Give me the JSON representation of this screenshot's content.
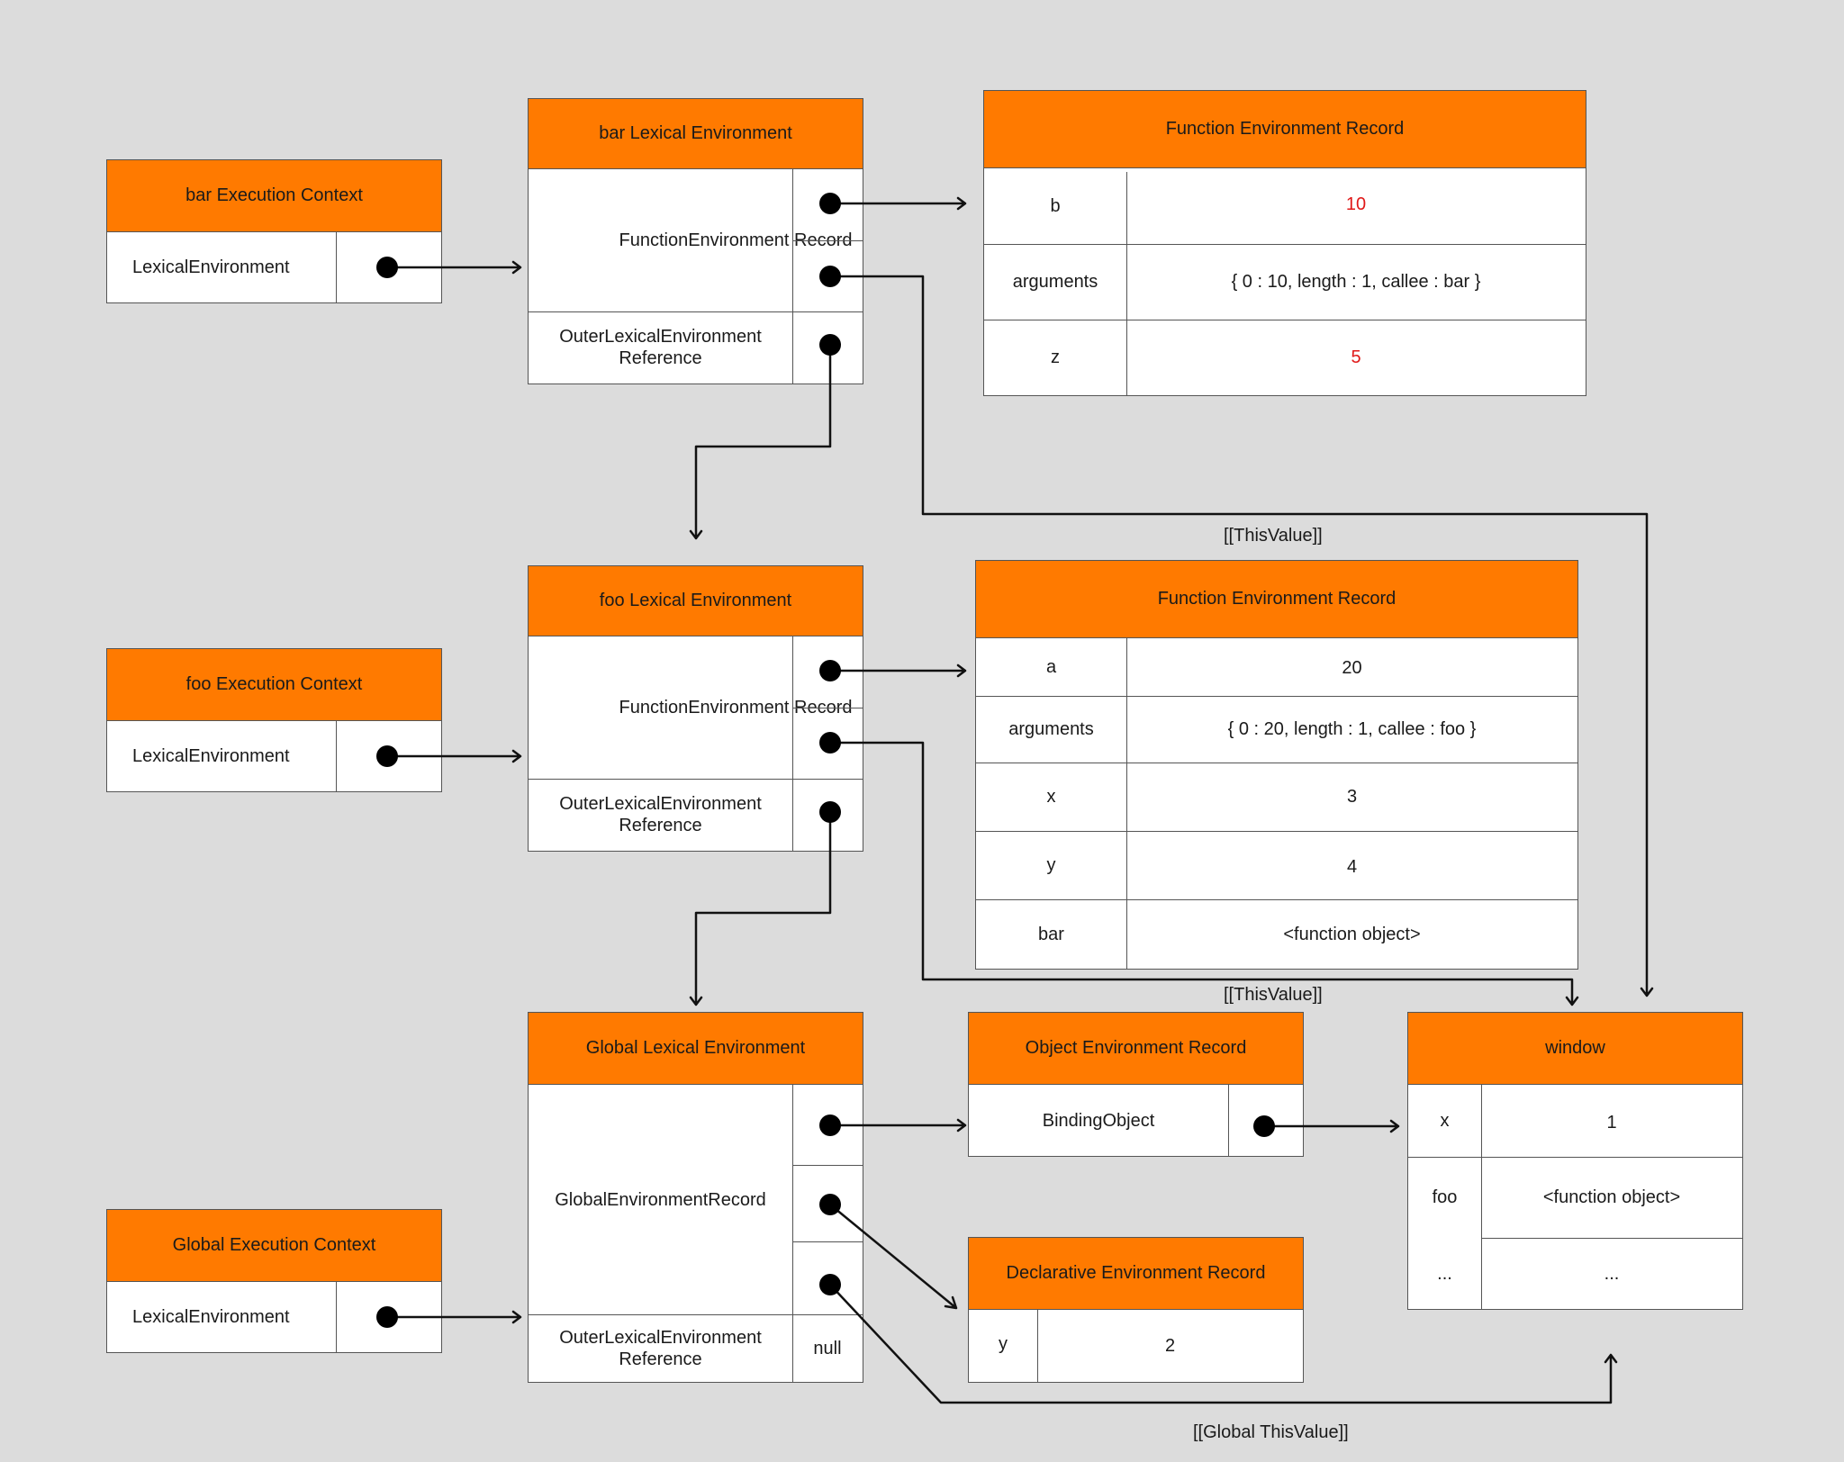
{
  "bar_ec": {
    "title": "bar Execution Context",
    "field": "LexicalEnvironment"
  },
  "foo_ec": {
    "title": "foo Execution Context",
    "field": "LexicalEnvironment"
  },
  "global_ec": {
    "title": "Global Execution Context",
    "field": "LexicalEnvironment"
  },
  "bar_le": {
    "title": "bar Lexical Environment",
    "record": "FunctionEnvironment Record",
    "outer": "OuterLexicalEnvironment Reference"
  },
  "foo_le": {
    "title": "foo Lexical Environment",
    "record": "FunctionEnvironment Record",
    "outer": "OuterLexicalEnvironment Reference"
  },
  "global_le": {
    "title": "Global Lexical Environment",
    "record": "GlobalEnvironmentRecord",
    "outer": "OuterLexicalEnvironment Reference",
    "outer_value": "null"
  },
  "bar_fer": {
    "title": "Function Environment Record",
    "rows": [
      {
        "name": "b",
        "value": "10"
      },
      {
        "name": "arguments",
        "value": "{ 0 : 10, length : 1, callee : bar }"
      },
      {
        "name": "z",
        "value": "5"
      }
    ]
  },
  "foo_fer": {
    "title": "Function Environment Record",
    "rows": [
      {
        "name": "a",
        "value": "20"
      },
      {
        "name": "arguments",
        "value": "{ 0 : 20, length : 1, callee : foo }"
      },
      {
        "name": "x",
        "value": "3"
      },
      {
        "name": "y",
        "value": "4"
      },
      {
        "name": "bar",
        "value": "<function object>"
      }
    ]
  },
  "object_er": {
    "title": "Object Environment Record",
    "field": "BindingObject"
  },
  "declarative_er": {
    "title": "Declarative Environment Record",
    "name": "y",
    "value": "2"
  },
  "window": {
    "title": "window",
    "rows": [
      {
        "name": "x",
        "value": "1"
      },
      {
        "name": "foo",
        "value": "<function object>"
      },
      {
        "name": "...",
        "value": "..."
      }
    ]
  },
  "labels": {
    "this_value_bar": "[[ThisValue]]",
    "this_value_foo": "[[ThisValue]]",
    "global_this_value": "[[Global ThisValue]]"
  },
  "colors": {
    "header": "#ff7a00",
    "background": "#dcdcdc",
    "highlight": "#e01818"
  }
}
